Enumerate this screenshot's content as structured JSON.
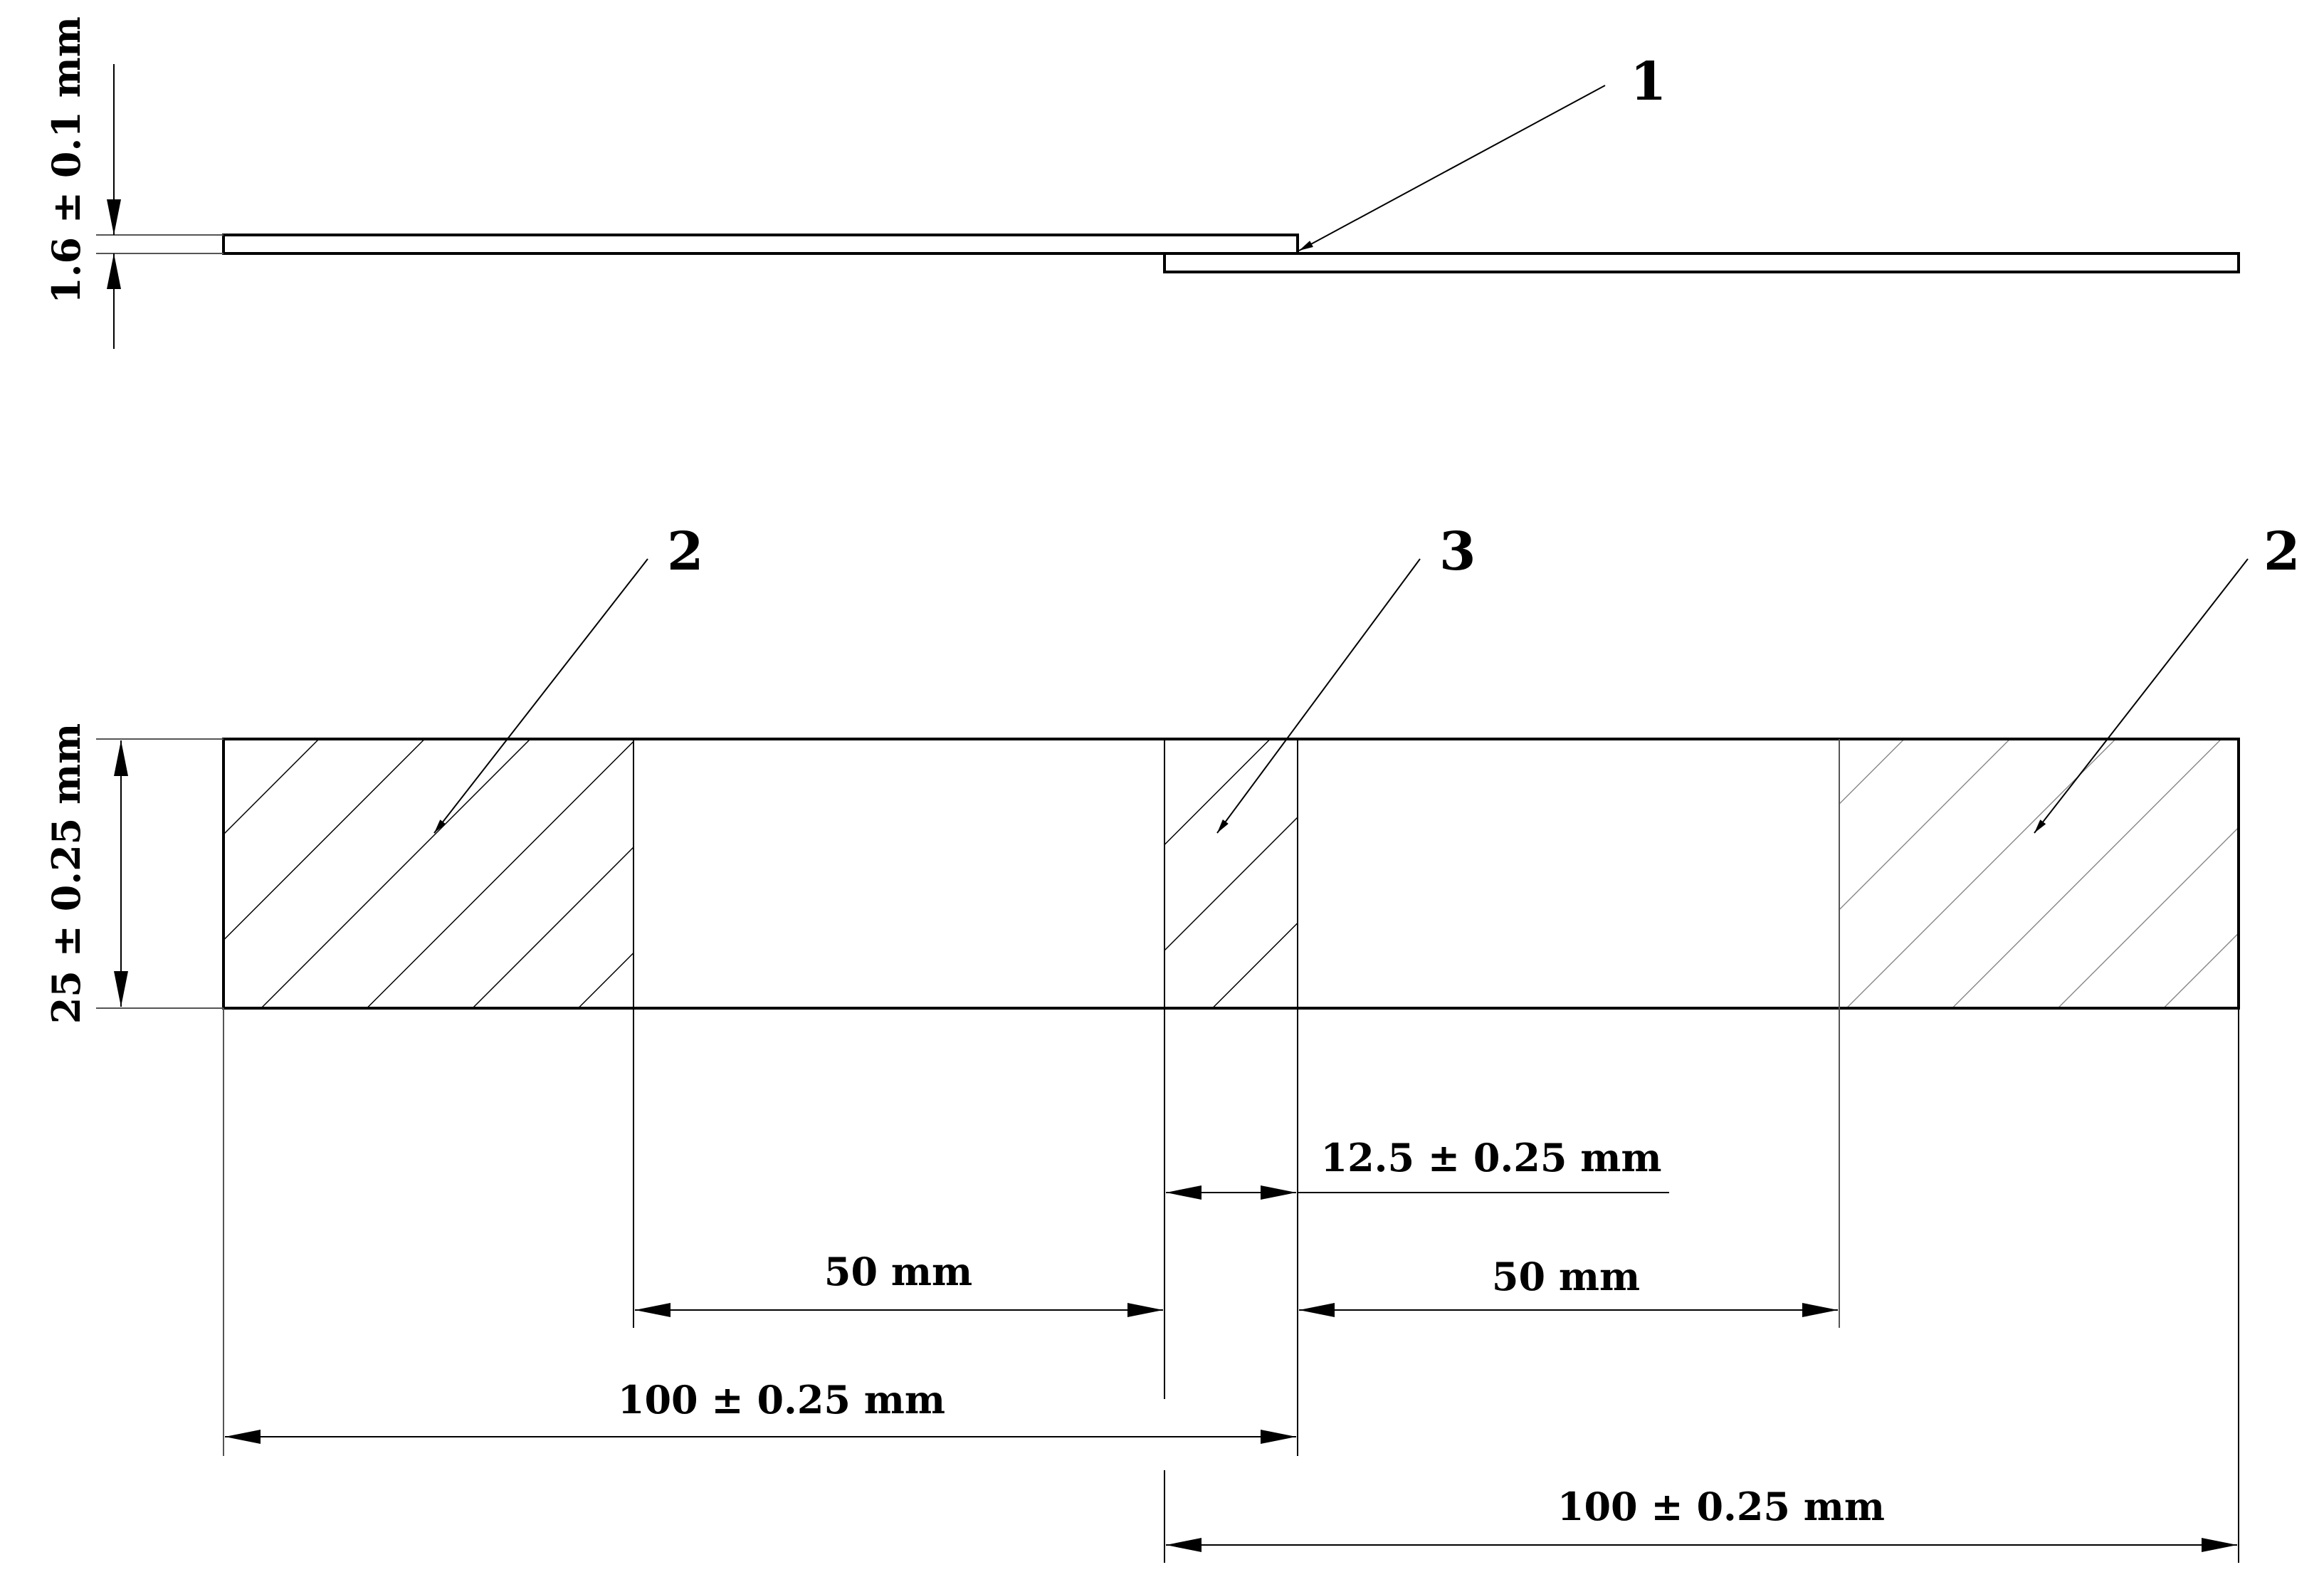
{
  "callouts": {
    "overlap_edge": "1",
    "grip_left": "2",
    "bond_area": "3",
    "grip_right": "2"
  },
  "dimensions": {
    "thickness": "1.6 ± 0.1 mm",
    "width": "25 ± 0.25 mm",
    "overlap": "12.5 ± 0.25 mm",
    "free_left": "50 mm",
    "free_right": "50 mm",
    "length_left": "100 ± 0.25 mm",
    "length_right": "100 ± 0.25 mm"
  },
  "colors": {
    "line": "#000000",
    "extension": "#555555",
    "background": "#ffffff"
  }
}
